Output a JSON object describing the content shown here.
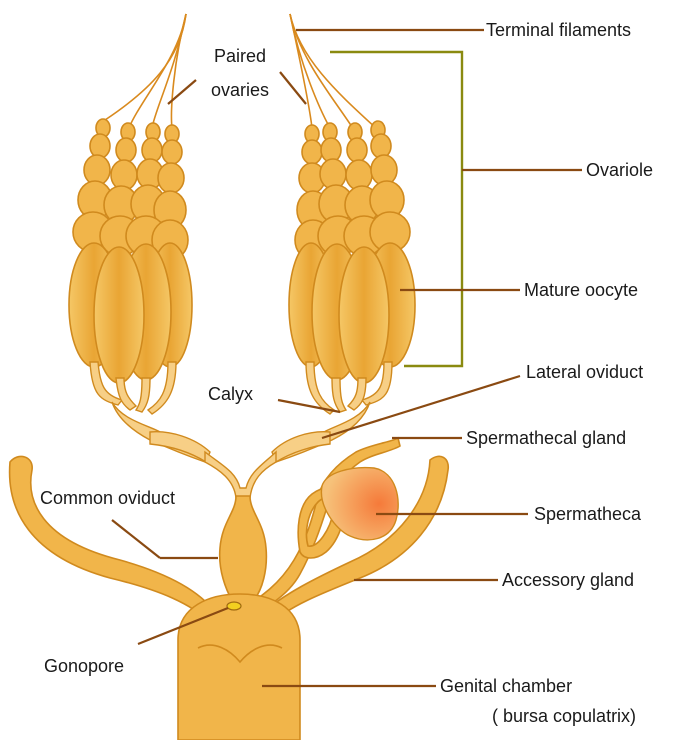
{
  "labels": {
    "terminal_filaments": "Terminal filaments",
    "paired_ovaries_line1": "Paired",
    "paired_ovaries_line2": "ovaries",
    "ovariole": "Ovariole",
    "mature_oocyte": "Mature oocyte",
    "lateral_oviduct": "Lateral oviduct",
    "calyx": "Calyx",
    "spermathecal_gland": "Spermathecal gland",
    "common_oviduct": "Common oviduct",
    "spermatheca": "Spermatheca",
    "accessory_gland": "Accessory gland",
    "gonopore": "Gonopore",
    "genital_chamber": "Genital chamber",
    "bursa_copulatrix": "( bursa copulatrix)"
  },
  "colors": {
    "organ_fill": "#f1b54a",
    "organ_stroke": "#d08a1e",
    "light_fill": "#f7cf86",
    "spermatheca_fill": "#f59a4a",
    "leader_line": "#8a4a12",
    "bracket": "#8a8a10",
    "text": "#1a1a1a",
    "background": "#ffffff"
  }
}
